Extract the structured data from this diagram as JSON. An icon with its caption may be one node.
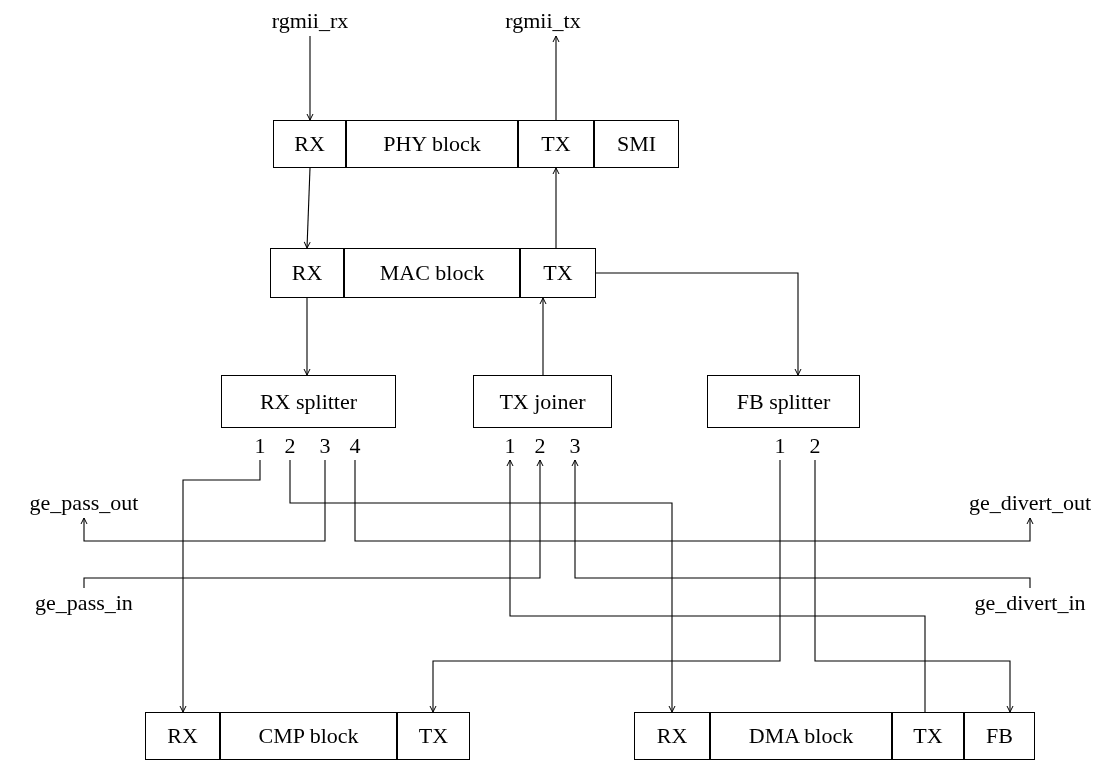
{
  "diagram": {
    "nodes": [
      {
        "text": [
          "rgmii_rx"
        ]
      },
      {
        "text": [
          "rgmii_tx"
        ]
      },
      {
        "text": [
          "RX"
        ]
      },
      {
        "text": [
          "PHY block"
        ]
      },
      {
        "text": [
          "TX"
        ]
      },
      {
        "text": [
          "SMI"
        ]
      },
      {
        "text": [
          "RX"
        ]
      },
      {
        "text": [
          "MAC block"
        ]
      },
      {
        "text": [
          "TX"
        ]
      },
      {
        "text": [
          "RX splitter"
        ]
      },
      {
        "text": [
          "TX joiner"
        ]
      },
      {
        "text": [
          "FB splitter"
        ]
      },
      {
        "text": [
          "1"
        ]
      },
      {
        "text": [
          "2"
        ]
      },
      {
        "text": [
          "3"
        ]
      },
      {
        "text": [
          "4"
        ]
      },
      {
        "text": [
          "1"
        ]
      },
      {
        "text": [
          "2"
        ]
      },
      {
        "text": [
          "3"
        ]
      },
      {
        "text": [
          "1"
        ]
      },
      {
        "text": [
          "2"
        ]
      },
      {
        "text": [
          "ge_pass_out"
        ]
      },
      {
        "text": [
          "ge_divert_out"
        ]
      },
      {
        "text": [
          "ge_pass_in"
        ]
      },
      {
        "text": [
          "ge_divert_in"
        ]
      },
      {
        "text": [
          "RX"
        ]
      },
      {
        "text": [
          "CMP block"
        ]
      },
      {
        "text": [
          "TX"
        ]
      },
      {
        "text": [
          "RX"
        ]
      },
      {
        "text": [
          "DMA block"
        ]
      },
      {
        "text": [
          "TX"
        ]
      },
      {
        "text": [
          "FB"
        ]
      }
    ],
    "edges": [
      {
        "from": 0,
        "to": 2,
        "arrow": "to"
      },
      {
        "from": 4,
        "to": 1,
        "arrow": "to"
      },
      {
        "from": 2,
        "to": 6,
        "arrow": "to"
      },
      {
        "from": 8,
        "to": 4,
        "arrow": "to"
      },
      {
        "from": 6,
        "to": 9,
        "arrow": "to"
      },
      {
        "from": 10,
        "to": 8,
        "arrow": "to"
      },
      {
        "from": 8,
        "to": 11,
        "arrow": "to"
      },
      {
        "from": 12,
        "to": 25,
        "arrow": "to"
      },
      {
        "from": 13,
        "to": 28,
        "arrow": "to"
      },
      {
        "from": 14,
        "to": 21,
        "arrow": "to"
      },
      {
        "from": 15,
        "to": 22,
        "arrow": "to"
      },
      {
        "from": 23,
        "to": 17,
        "arrow": "to"
      },
      {
        "from": 24,
        "to": 18,
        "arrow": "to"
      },
      {
        "from": 30,
        "to": 16,
        "arrow": "to"
      },
      {
        "from": 19,
        "to": 27,
        "arrow": "to"
      },
      {
        "from": 20,
        "to": 31,
        "arrow": "to"
      }
    ]
  }
}
